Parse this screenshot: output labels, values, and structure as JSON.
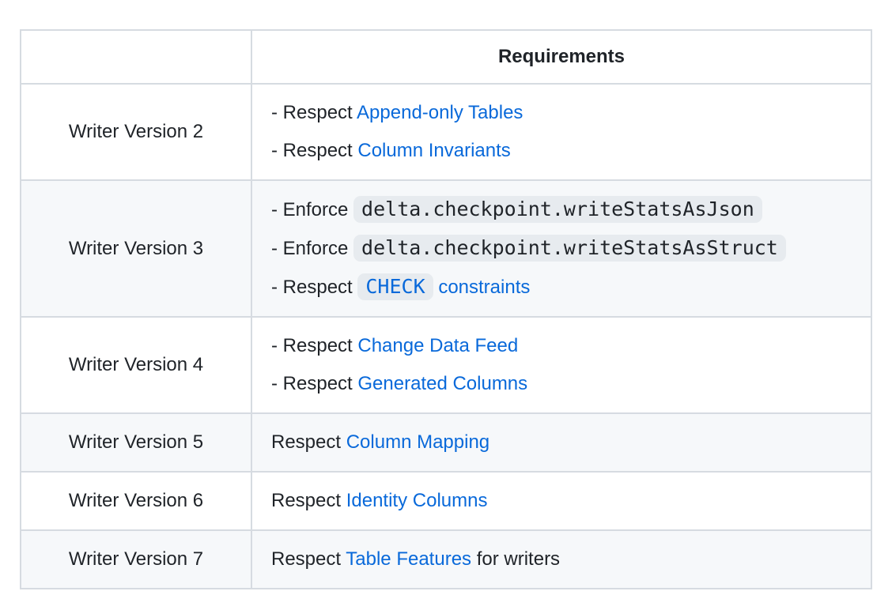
{
  "colors": {
    "page_background": "#ffffff",
    "shaded_row_background": "#f6f8fa",
    "border": "#d6dbe1",
    "text": "#1f2328",
    "link": "#0969da",
    "code_background": "rgba(175,184,193,0.2)"
  },
  "table": {
    "header": {
      "col1": "",
      "col2": "Requirements"
    },
    "rows": [
      {
        "version": "Writer Version 2",
        "shaded": false,
        "lines": [
          [
            {
              "type": "text",
              "text": "- Respect "
            },
            {
              "type": "link",
              "text": "Append-only Tables"
            }
          ],
          [
            {
              "type": "text",
              "text": "- Respect "
            },
            {
              "type": "link",
              "text": "Column Invariants"
            }
          ]
        ]
      },
      {
        "version": "Writer Version 3",
        "shaded": true,
        "lines": [
          [
            {
              "type": "text",
              "text": "- Enforce "
            },
            {
              "type": "code",
              "text": "delta.checkpoint.writeStatsAsJson"
            }
          ],
          [
            {
              "type": "text",
              "text": "- Enforce "
            },
            {
              "type": "code",
              "text": "delta.checkpoint.writeStatsAsStruct"
            }
          ],
          [
            {
              "type": "text",
              "text": "- Respect "
            },
            {
              "type": "code_link",
              "text": "CHECK"
            },
            {
              "type": "text",
              "text": " "
            },
            {
              "type": "link",
              "text": "constraints"
            }
          ]
        ]
      },
      {
        "version": "Writer Version 4",
        "shaded": false,
        "lines": [
          [
            {
              "type": "text",
              "text": "- Respect "
            },
            {
              "type": "link",
              "text": "Change Data Feed"
            }
          ],
          [
            {
              "type": "text",
              "text": "- Respect "
            },
            {
              "type": "link",
              "text": "Generated Columns"
            }
          ]
        ]
      },
      {
        "version": "Writer Version 5",
        "shaded": true,
        "lines": [
          [
            {
              "type": "text",
              "text": "Respect "
            },
            {
              "type": "link",
              "text": "Column Mapping"
            }
          ]
        ]
      },
      {
        "version": "Writer Version 6",
        "shaded": false,
        "lines": [
          [
            {
              "type": "text",
              "text": "Respect "
            },
            {
              "type": "link",
              "text": "Identity Columns"
            }
          ]
        ]
      },
      {
        "version": "Writer Version 7",
        "shaded": true,
        "lines": [
          [
            {
              "type": "text",
              "text": "Respect "
            },
            {
              "type": "link",
              "text": "Table Features"
            },
            {
              "type": "text",
              "text": " for writers"
            }
          ]
        ]
      }
    ]
  }
}
